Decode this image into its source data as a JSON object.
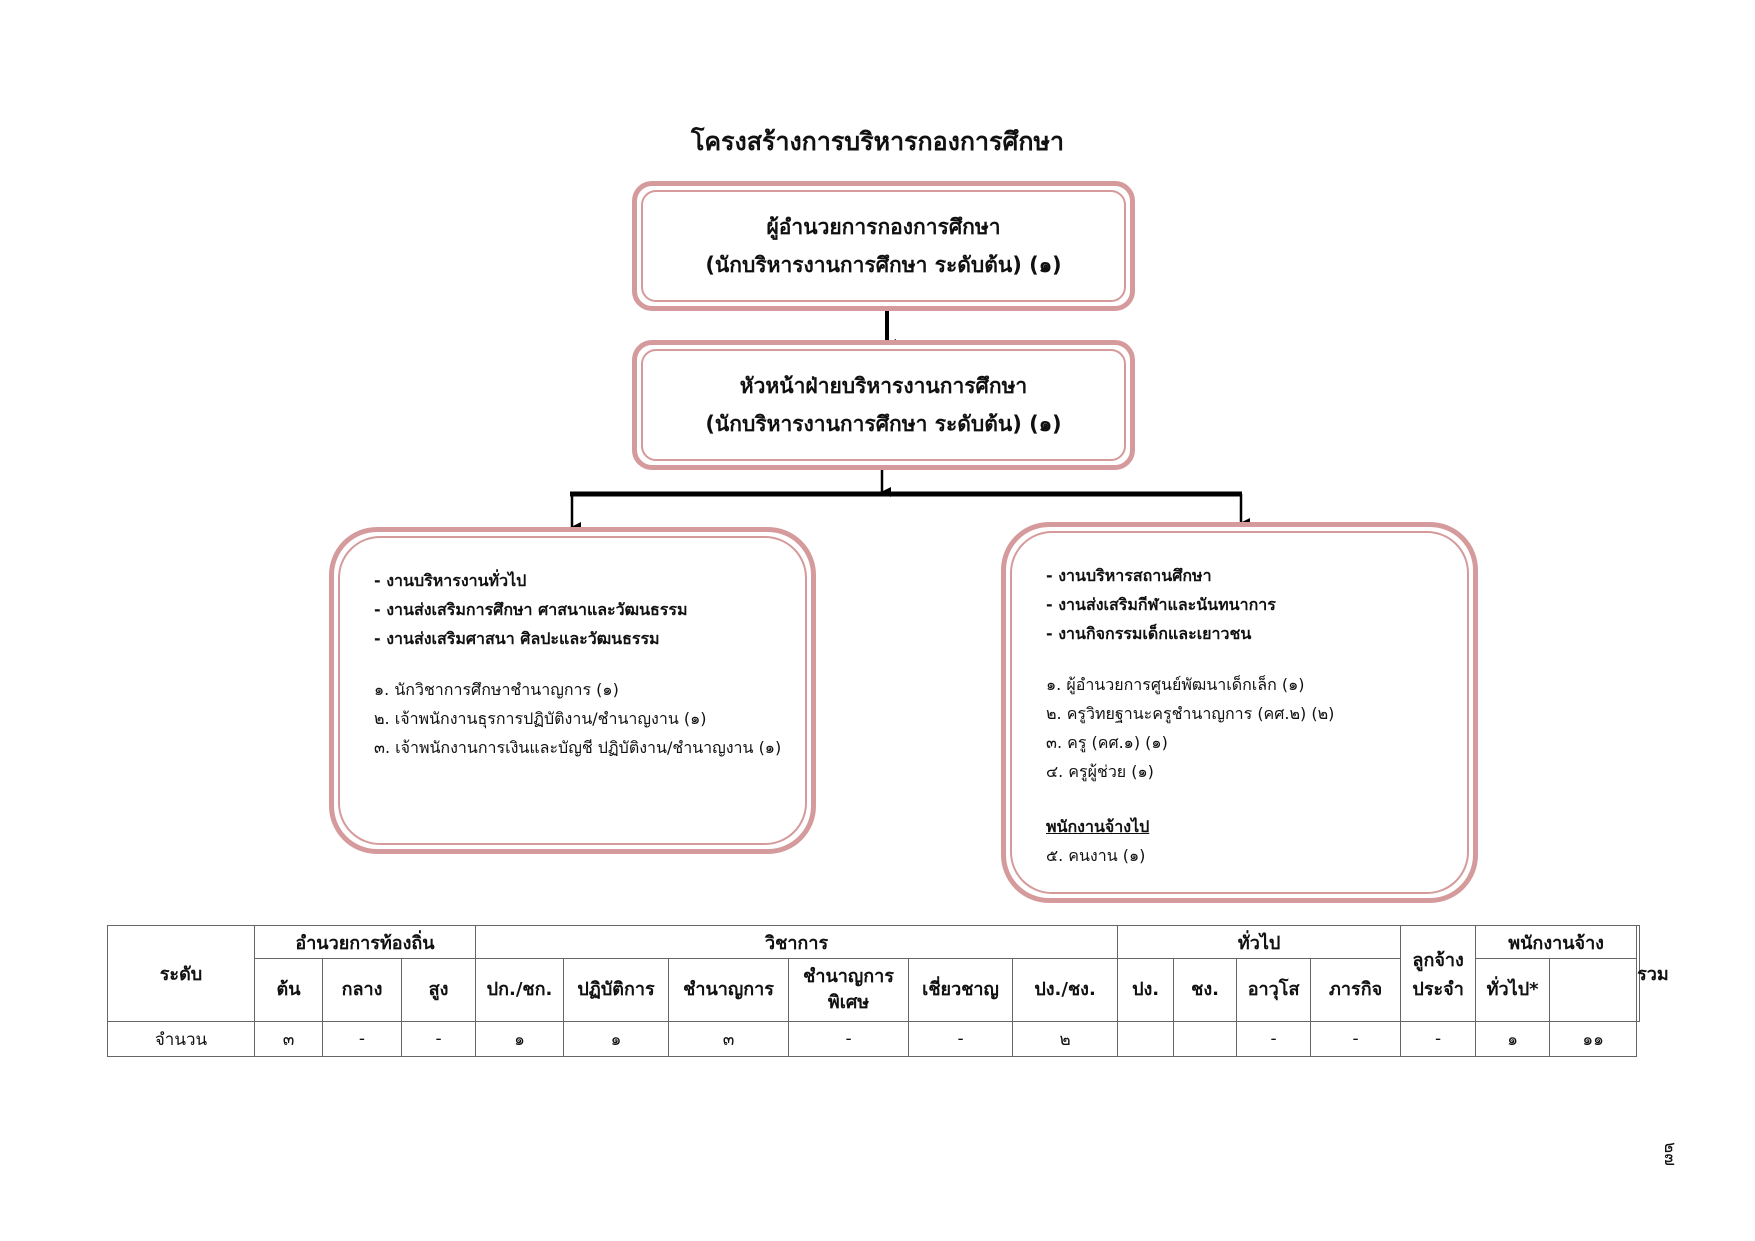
{
  "title": "โครงสร้างการบริหารกองการศึกษา",
  "director_box": {
    "line1": "ผู้อำนวยการกองการศึกษา",
    "line2": "(นักบริหารงานการศึกษา ระดับต้น) (๑)"
  },
  "head_box": {
    "line1": "หัวหน้าฝ่ายบริหารงานการศึกษา",
    "line2": "(นักบริหารงานการศึกษา ระดับต้น) (๑)"
  },
  "left_box": {
    "tasks": [
      "- งานบริหารงานทั่วไป",
      "- งานส่งเสริมการศึกษา ศาสนาและวัฒนธรรม",
      "- งานส่งเสริมศาสนา ศิลปะและวัฒนธรรม"
    ],
    "staff": [
      "๑. นักวิชาการศึกษาชำนาญการ (๑)",
      "๒. เจ้าพนักงานธุรการปฏิบัติงาน/ชำนาญงาน (๑)",
      "๓. เจ้าพนักงานการเงินและบัญชี ปฏิบัติงาน/ชำนาญงาน (๑)"
    ]
  },
  "right_box": {
    "tasks": [
      "- งานบริหารสถานศึกษา",
      "- งานส่งเสริมกีฬาและนันทนาการ",
      "- งานกิจกรรมเด็กและเยาวชน"
    ],
    "staff": [
      "๑. ผู้อำนวยการศูนย์พัฒนาเด็กเล็ก (๑)",
      "๒. ครูวิทยฐานะครูชำนาญการ (คศ.๒) (๒)",
      "๓. ครู (คศ.๑) (๑)",
      "๔. ครูผู้ช่วย (๑)"
    ],
    "general_staff_heading": "พนักงานจ้างไป",
    "general_staff": [
      "๕. คนงาน (๑)"
    ]
  },
  "table": {
    "level_header": "ระดับ",
    "groups": {
      "local": "อำนวยการท้องถิ่น",
      "academic": "วิชาการ",
      "general": "ทั่วไป",
      "permanent_line1": "ลูกจ้าง",
      "permanent_line2": "ประจำ",
      "contract": "พนักงานจ้าง",
      "total": "รวม"
    },
    "columns": {
      "local_low": "ต้น",
      "local_mid": "กลาง",
      "local_high": "สูง",
      "pk_chk": "ปก./ชก.",
      "practitioner": "ปฏิบัติการ",
      "professional": "ชำนาญการ",
      "senior_line1": "ชำนาญการ",
      "senior_line2": "พิเศษ",
      "expert": "เชี่ยวชาญ",
      "pg_chg": "ปง./ชง.",
      "pg": "ปง.",
      "chg": "ชง.",
      "veteran": "อาวุโส",
      "mission": "ภารกิจ",
      "general_star": "ทั่วไป*"
    },
    "count_row": {
      "label": "จำนวน",
      "values": [
        "๓",
        "-",
        "-",
        "๑",
        "๑",
        "๓",
        "-",
        "-",
        "๒",
        "",
        "",
        "-",
        "-",
        "-",
        "๑",
        "๑๑"
      ]
    }
  },
  "page_number": "๒๗"
}
